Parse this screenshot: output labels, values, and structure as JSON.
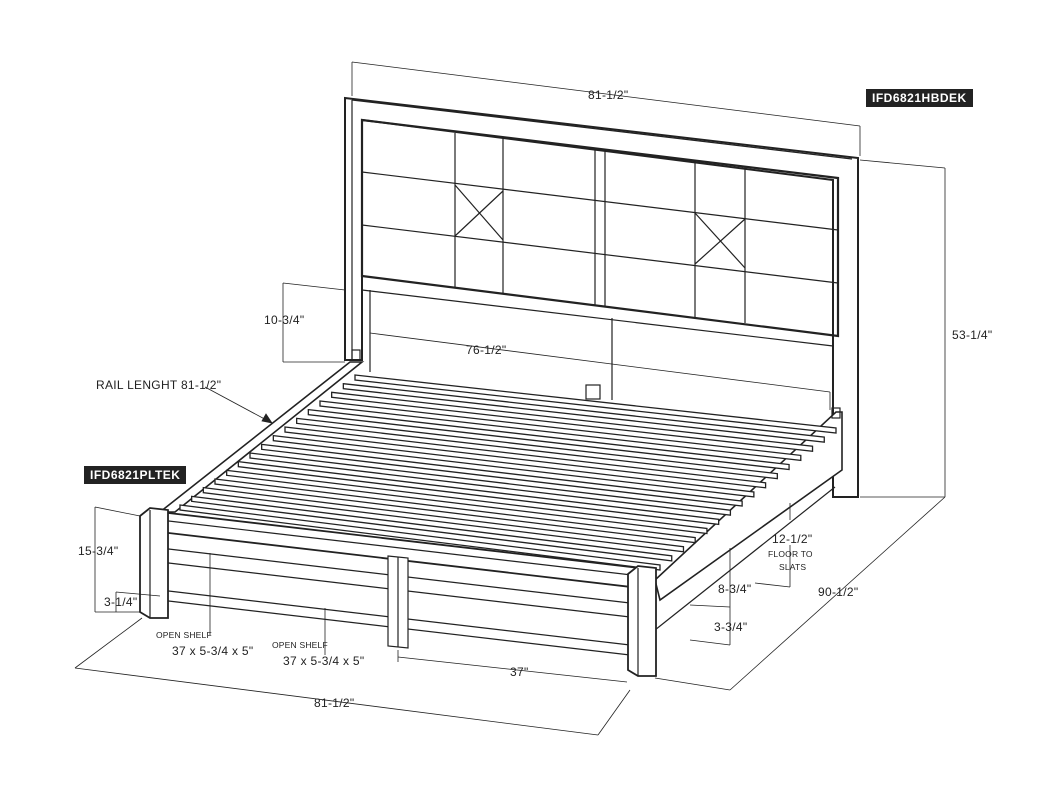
{
  "model_codes": {
    "headboard": "IFD6821HBDEK",
    "footboard": "IFD6821PLTEK"
  },
  "dimensions": {
    "headboard_width": "81-1/2\"",
    "headboard_height": "53-1/4\"",
    "bed_length": "90-1/2\"",
    "footboard_width": "81-1/2\"",
    "inner_width": "76-1/2\"",
    "headboard_gap": "10-3/4\"",
    "rail_length": "RAIL LENGHT 81-1/2\"",
    "footboard_height": "15-3/4\"",
    "footboard_leg": "3-1/4\"",
    "floor_to_slats": "12-1/2\"",
    "floor_to_slats_note_1": "FLOOR TO",
    "floor_to_slats_note_2": "SLATS",
    "rail_height": "8-3/4\"",
    "rail_clearance": "3-3/4\"",
    "shelf_span": "37\""
  },
  "shelves": [
    {
      "label": "OPEN SHELF",
      "size": "37 x 5-3/4 x 5\""
    },
    {
      "label": "OPEN SHELF",
      "size": "37 x 5-3/4 x 5\""
    }
  ]
}
